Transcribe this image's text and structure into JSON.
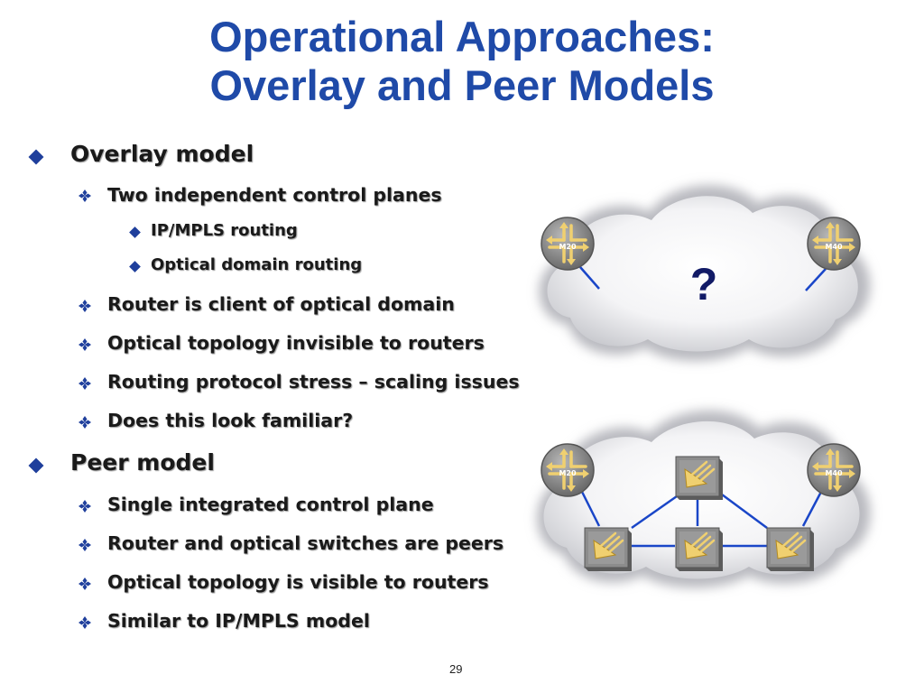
{
  "title": {
    "line1": "Operational Approaches:",
    "line2": "Overlay and Peer Models"
  },
  "bullets": {
    "overlay": {
      "heading": "Overlay model",
      "sub1": "Two independent control planes",
      "sub1a": "IP/MPLS routing",
      "sub1b": "Optical domain routing",
      "sub2": "Router is client of optical domain",
      "sub3": "Optical topology invisible to routers",
      "sub4": "Routing protocol stress – scaling issues",
      "sub5": "Does this look familiar?"
    },
    "peer": {
      "heading": "Peer model",
      "sub1": "Single integrated control plane",
      "sub2": "Router and optical switches are peers",
      "sub3": "Optical topology is visible to routers",
      "sub4": "Similar to IP/MPLS model"
    }
  },
  "diagram": {
    "overlay": {
      "router_left": "M20",
      "router_right": "M40",
      "question": "?"
    },
    "peer": {
      "router_left": "M20",
      "router_right": "M40"
    }
  },
  "page_number": "29",
  "colors": {
    "title": "#1f4aa8",
    "bullet_diamond": "#1f3f9c",
    "link_line": "#1a46c8",
    "router_fill": "#8a8a8a",
    "router_arrows": "#f0d070",
    "switch_fill": "#8c8c8c",
    "switch_face": "#f0d070"
  }
}
